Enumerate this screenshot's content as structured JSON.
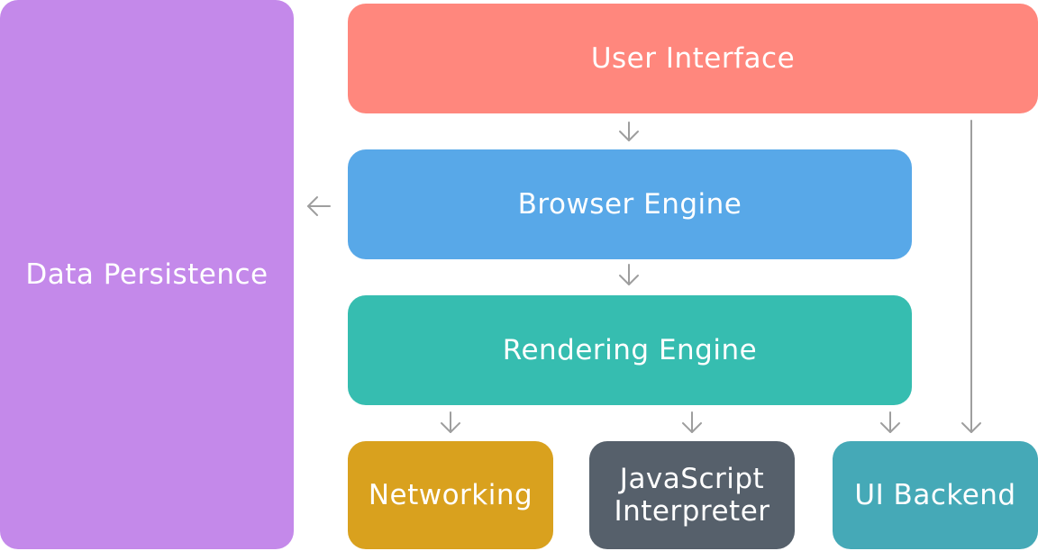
{
  "diagram": {
    "boxes": {
      "data_persistence": {
        "label": "Data Persistence",
        "color": "#c489ea"
      },
      "user_interface": {
        "label": "User Interface",
        "color": "#ff877d"
      },
      "browser_engine": {
        "label": "Browser Engine",
        "color": "#58a8e8"
      },
      "rendering_engine": {
        "label": "Rendering Engine",
        "color": "#36bdb0"
      },
      "networking": {
        "label": "Networking",
        "color": "#d9a11e"
      },
      "javascript_interpreter": {
        "label_line1": "JavaScript",
        "label_line2": "Interpreter",
        "color": "#56606b"
      },
      "ui_backend": {
        "label": "UI Backend",
        "color": "#45a9b7"
      }
    },
    "arrow_color": "#9e9e9e"
  }
}
